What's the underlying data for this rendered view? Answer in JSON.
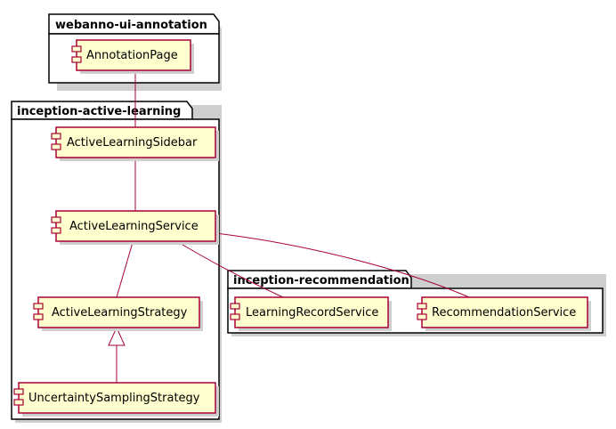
{
  "packages": {
    "ui": {
      "title": "webanno-ui-annotation"
    },
    "al": {
      "title": "inception-active-learning"
    },
    "rec": {
      "title": "inception-recommendation"
    }
  },
  "components": {
    "annotation_page": "AnnotationPage",
    "al_sidebar": "ActiveLearningSidebar",
    "al_service": "ActiveLearningService",
    "al_strategy": "ActiveLearningStrategy",
    "uncertainty_strategy": "UncertaintySamplingStrategy",
    "learning_record_service": "LearningRecordService",
    "recommendation_service": "RecommendationService"
  },
  "colors": {
    "component_fill": "#fefece",
    "component_border": "#a80036",
    "connector": "#a80036"
  }
}
